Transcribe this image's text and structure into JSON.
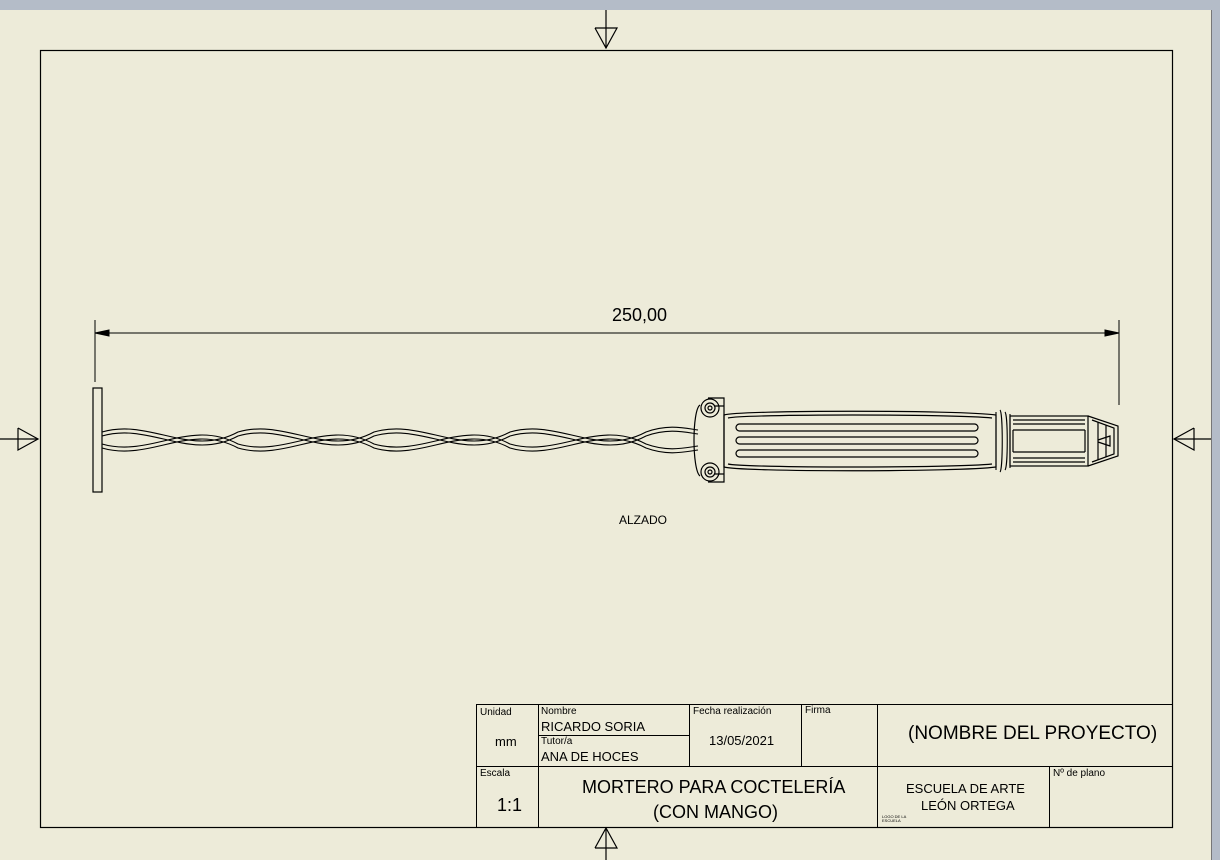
{
  "drawing": {
    "dimension": "250,00",
    "view_label": "ALZADO"
  },
  "title_block": {
    "unidad_label": "Unidad",
    "unidad_value": "mm",
    "nombre_label": "Nombre",
    "nombre_value": "RICARDO SORIA",
    "tutor_label": "Tutor/a",
    "tutor_value": "ANA DE HOCES",
    "fecha_label": "Fecha realización",
    "fecha_value": "13/05/2021",
    "firma_label": "Firma",
    "project_name": "(NOMBRE DEL PROYECTO)",
    "escala_label": "Escala",
    "escala_value": "1:1",
    "title_line1": "MORTERO PARA COCTELERÍA",
    "title_line2": "(CON MANGO)",
    "school_line1": "ESCUELA DE ARTE",
    "school_line2": "LEÓN ORTEGA",
    "logo_line1": "LOGO DE LA",
    "logo_line2": "ESCUELA",
    "plano_label": "Nº de plano"
  }
}
